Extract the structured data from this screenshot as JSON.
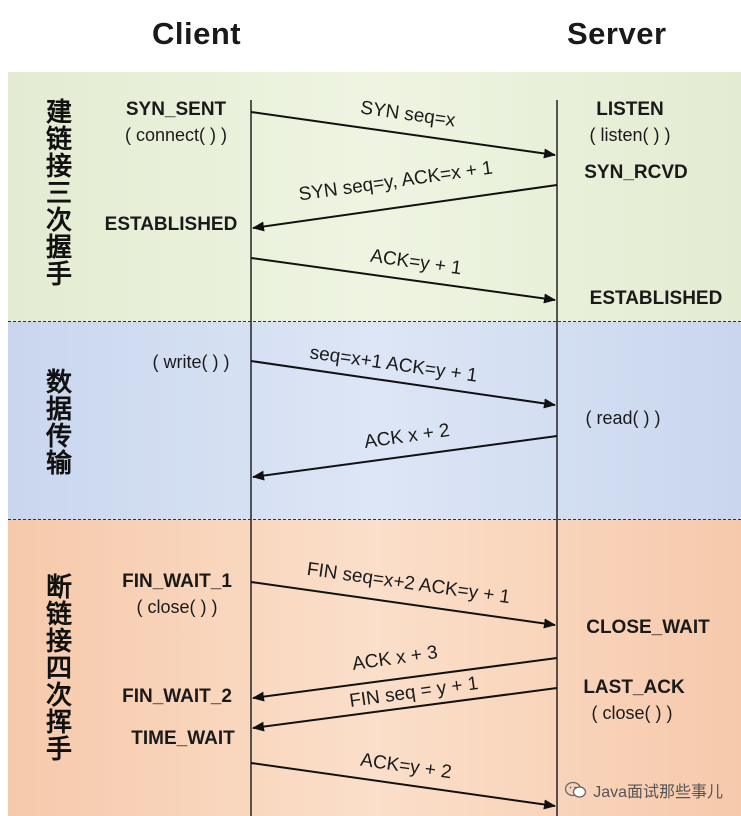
{
  "header": {
    "client": "Client",
    "server": "Server"
  },
  "sections": {
    "handshake": "建链接三次握手",
    "data": "数据传输",
    "close": "断链接四次挥手"
  },
  "client_labels": {
    "syn_sent": "SYN_SENT",
    "connect": "( connect( ) )",
    "established": "ESTABLISHED",
    "write": "( write( ) )",
    "fin_wait_1": "FIN_WAIT_1",
    "close": "( close( ) )",
    "fin_wait_2": "FIN_WAIT_2",
    "time_wait": "TIME_WAIT"
  },
  "server_labels": {
    "listen": "LISTEN",
    "listen_call": "( listen( ) )",
    "syn_rcvd": "SYN_RCVD",
    "established": "ESTABLISHED",
    "read": "( read( ) )",
    "close_wait": "CLOSE_WAIT",
    "last_ack": "LAST_ACK",
    "close": "( close( ) )"
  },
  "messages": {
    "m1": "SYN seq=x",
    "m2": "SYN seq=y, ACK=x + 1",
    "m3": "ACK=y + 1",
    "m4": "seq=x+1 ACK=y + 1",
    "m5": "ACK x + 2",
    "m6": "FIN seq=x+2 ACK=y + 1",
    "m7": "ACK x + 3",
    "m8": "FIN seq = y + 1",
    "m9": "ACK=y + 2"
  },
  "watermark": "Java面试那些事儿",
  "colors": {
    "handshake_bg": "#e3ecd2",
    "data_bg": "#c9d6ee",
    "close_bg": "#f6c9ab"
  }
}
